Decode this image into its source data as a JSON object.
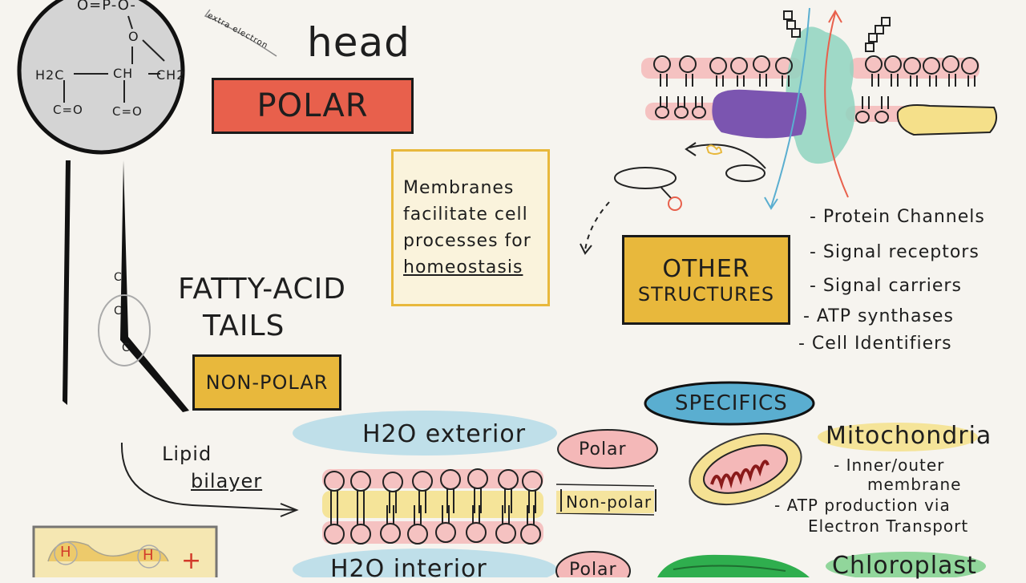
{
  "head": {
    "title_partial": "head",
    "formula_top": "O=P-O-",
    "formula_o": "O",
    "formula_h2c": "H2C",
    "formula_ch": "CH",
    "formula_ch2": "CH2",
    "formula_co1": "C=O",
    "formula_co2": "C=O",
    "extra_electron_note": "extra electron"
  },
  "labels": {
    "polar_box": "POLAR",
    "fatty_acid_line1": "FATTY-ACID",
    "fatty_acid_line2": "TAILS",
    "nonpolar_box": "NON-POLAR",
    "lipid_bilayer_line1": "Lipid",
    "lipid_bilayer_line2": "bilayer",
    "h2o_exterior": "H2O exterior",
    "h2o_interior": "H2O interior",
    "polar_oval_1": "Polar",
    "nonpolar_label": "Non-polar",
    "polar_oval_2": "Polar",
    "h_left": "H",
    "h_right": "H",
    "plus": "+",
    "tail_c1": "C",
    "tail_c2": "C",
    "tail_c3": "C"
  },
  "note_box": {
    "line1": "Membranes",
    "line2": "facilitate cell",
    "line3": "processes for",
    "line4": "homeostasis"
  },
  "other_structures": {
    "title_line1": "OTHER",
    "title_line2": "STRUCTURES",
    "items": [
      "- Protein Channels",
      "- Signal receptors",
      "- Signal carriers",
      "- ATP synthases",
      "- Cell Identifiers"
    ]
  },
  "specifics": {
    "label": "SPECIFICS",
    "mitochondria": "Mitochondria",
    "mito_items": [
      "- Inner/outer",
      "membrane",
      "- ATP production via",
      "Electron Transport"
    ],
    "chloroplast": "Chloroplast"
  },
  "colors": {
    "polar_red": "#e8604c",
    "gold": "#e8b83c",
    "cream": "#faf3dc",
    "specifics_blue": "#5aaed0",
    "pink_wash": "#f4b8b8",
    "yellow_wash": "#f5e08a",
    "blue_wash": "#b5dbe8",
    "purple": "#7b55b0",
    "teal": "#8fd4c0",
    "green": "#2fae4e"
  }
}
